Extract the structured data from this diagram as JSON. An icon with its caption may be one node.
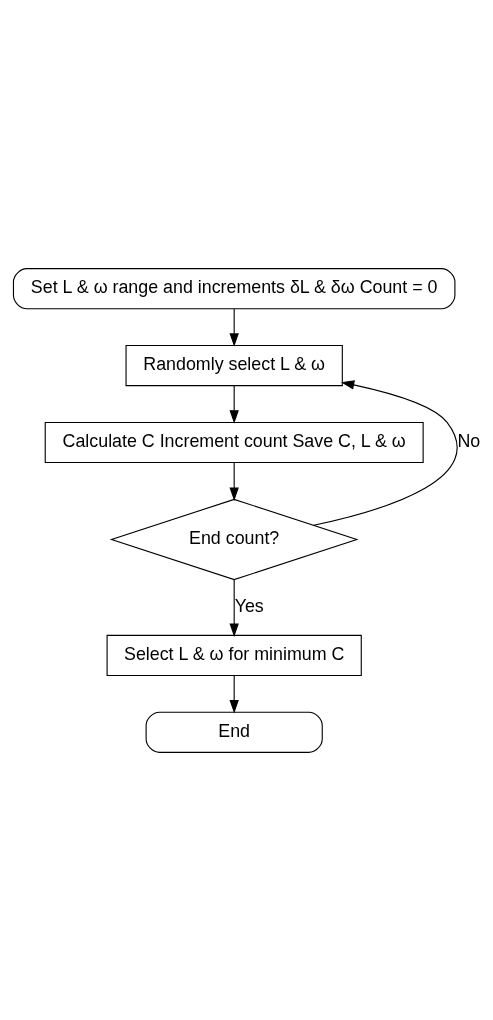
{
  "diagram": {
    "nodes": [
      {
        "text": [
          "Set L & ω range and increments δL & δω Count = 0"
        ]
      },
      {
        "text": [
          "Randomly select L & ω"
        ]
      },
      {
        "text": [
          "Calculate C Increment count Save C, L & ω"
        ]
      },
      {
        "text": [
          "End count?"
        ]
      },
      {
        "text": [
          "Select L & ω for minimum C"
        ]
      },
      {
        "text": [
          "End"
        ]
      }
    ],
    "edges": [
      {
        "from": 0,
        "to": 1,
        "arrow": "to"
      },
      {
        "from": 1,
        "to": 2,
        "arrow": "to"
      },
      {
        "from": 2,
        "to": 3,
        "arrow": "to"
      },
      {
        "from": 3,
        "to": 1,
        "arrow": "to",
        "label": "No"
      },
      {
        "from": 3,
        "to": 4,
        "arrow": "to",
        "label": "Yes"
      },
      {
        "from": 4,
        "to": 5,
        "arrow": "to"
      }
    ]
  }
}
